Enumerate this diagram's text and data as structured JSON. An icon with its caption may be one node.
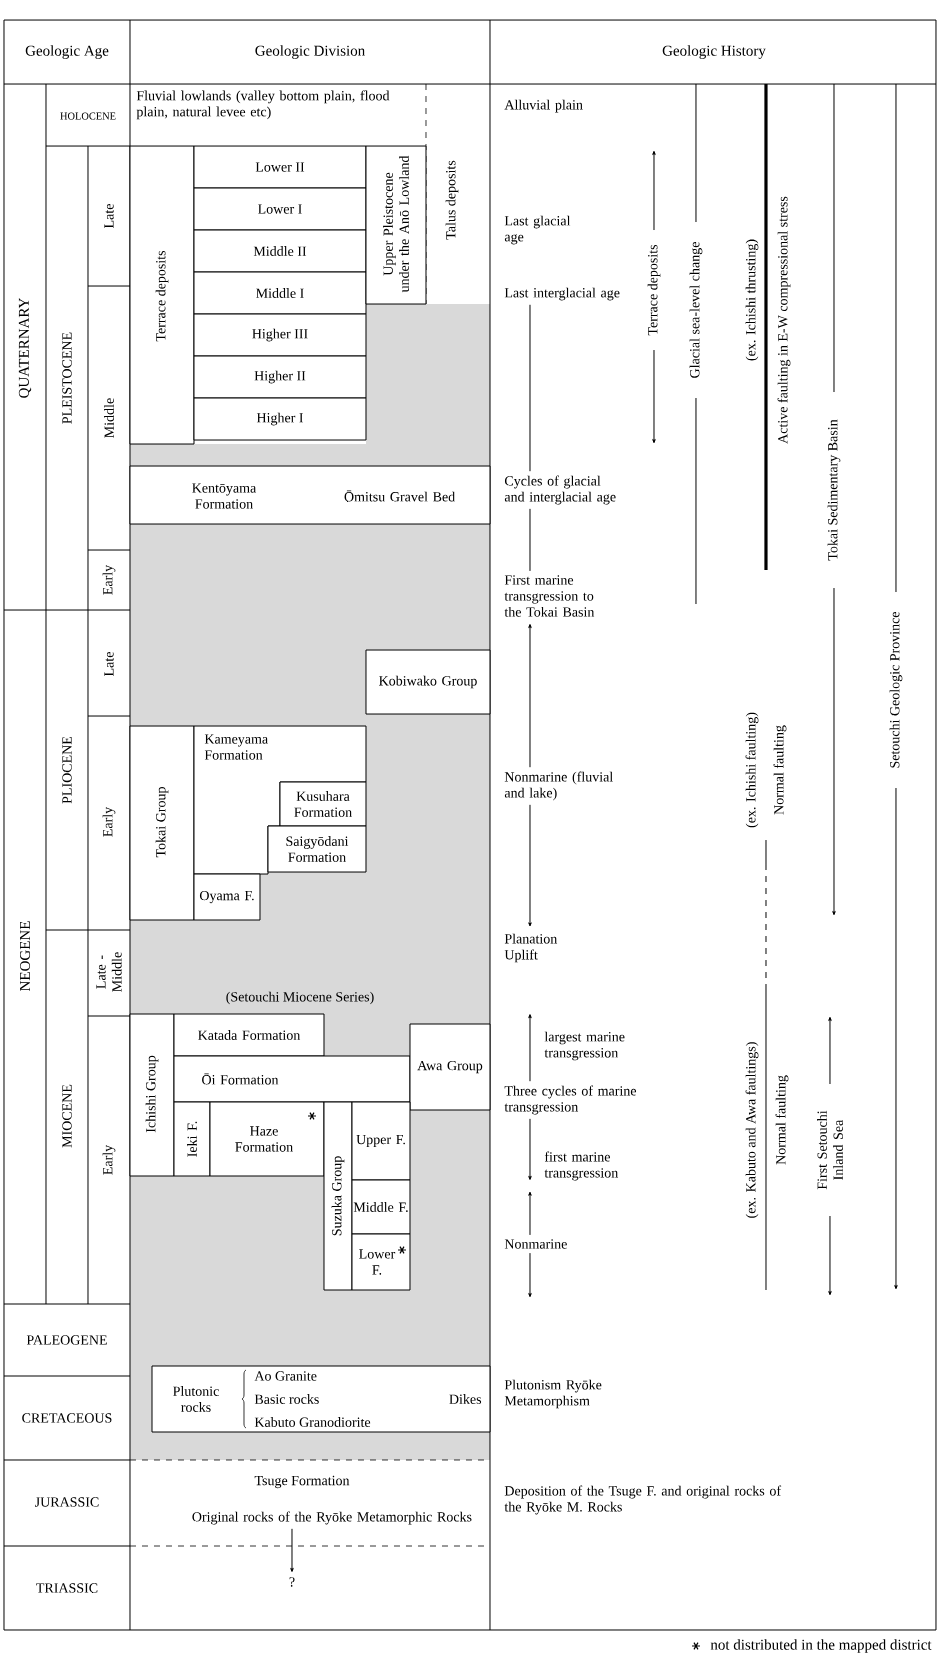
{
  "diagram": {
    "caption": "not distributed in the mapped district",
    "nodes": [
      {
        "text": [
          "Fluvial lowlands (valley bottom plain, flood plain, natural levee etc)"
        ]
      },
      {
        "text": [
          "Terrace deposits"
        ]
      },
      {
        "text": [
          "Lower II"
        ]
      },
      {
        "text": [
          "Lower I"
        ]
      },
      {
        "text": [
          "Middle II"
        ]
      },
      {
        "text": [
          "Middle I"
        ]
      },
      {
        "text": [
          "Higher III"
        ]
      },
      {
        "text": [
          "Higher II"
        ]
      },
      {
        "text": [
          "Higher I"
        ]
      },
      {
        "text": [
          "Upper Pleistocene under the Anō Lowland"
        ]
      },
      {
        "text": [
          "Talus deposits"
        ]
      },
      {
        "text": [
          "Kentōyama Formation",
          "Ōmitsu Gravel Bed"
        ]
      },
      {
        "text": [
          "Kobiwako Group"
        ]
      },
      {
        "text": [
          "Tokai Group"
        ]
      },
      {
        "text": [
          "Kameyama Formation"
        ]
      },
      {
        "text": [
          "Kusuhara Formation"
        ]
      },
      {
        "text": [
          "Saigyōdani Formation"
        ]
      },
      {
        "text": [
          "Oyama F."
        ]
      },
      {
        "text": [
          "Ichishi Group"
        ]
      },
      {
        "text": [
          "Katada Formation"
        ]
      },
      {
        "text": [
          "Ōi Formation"
        ]
      },
      {
        "text": [
          "Ieki F."
        ]
      },
      {
        "text": [
          "Haze Formation"
        ]
      },
      {
        "text": [
          "Awa Group"
        ]
      },
      {
        "text": [
          "Suzuka Group"
        ]
      },
      {
        "text": [
          "Upper F."
        ]
      },
      {
        "text": [
          "Middle F."
        ]
      },
      {
        "text": [
          "Lower F."
        ]
      },
      {
        "text": [
          "Plutonic rocks",
          "Ao Granite",
          "Basic rocks",
          "Kabuto Granodiorite",
          "Dikes"
        ]
      },
      {
        "text": [
          "Tsuge Formation",
          "Original rocks of the Ryōke Metamorphic Rocks"
        ]
      },
      {
        "text": [
          "?"
        ]
      },
      {
        "text": [
          "Alluvial plain"
        ]
      },
      {
        "text": [
          "Last glacial age"
        ]
      },
      {
        "text": [
          "Last interglacial age"
        ]
      },
      {
        "text": [
          "Cycles of glacial and interglacial age"
        ]
      },
      {
        "text": [
          "First marine transgression to the Tokai Basin"
        ]
      },
      {
        "text": [
          "Nonmarine (fluvial and lake)"
        ]
      },
      {
        "text": [
          "Planation Uplift"
        ]
      },
      {
        "text": [
          "largest marine transgression"
        ]
      },
      {
        "text": [
          "Three cycles of marine transgression"
        ]
      },
      {
        "text": [
          "first marine transgression"
        ]
      },
      {
        "text": [
          "Nonmarine"
        ]
      },
      {
        "text": [
          "Plutonism Ryōke Metamorphism"
        ]
      },
      {
        "text": [
          "Deposition of the Tsuge F. and original rocks of the Ryōke M. Rocks"
        ]
      }
    ],
    "edges": [
      {
        "from": 33,
        "to": 34,
        "arrow": "none"
      },
      {
        "from": 34,
        "to": 35,
        "arrow": "none"
      },
      {
        "from": 36,
        "to": 35,
        "arrow": "to"
      },
      {
        "from": 36,
        "to": 37,
        "arrow": "to"
      },
      {
        "from": 39,
        "to": 38,
        "arrow": "to"
      },
      {
        "from": 39,
        "to": 40,
        "arrow": "to"
      },
      {
        "from": 41,
        "to": 40,
        "arrow": "to"
      },
      {
        "from": 41,
        "to": null,
        "arrow": "to"
      },
      {
        "from": 29,
        "to": 30,
        "arrow": "to"
      }
    ],
    "labels": [
      "Geologic Age",
      "Geologic Division",
      "Geologic History",
      "QUATERNARY",
      "HOLOCENE",
      "PLEISTOCENE",
      "Late",
      "Middle",
      "Early",
      "NEOGENE",
      "PLIOCENE",
      "Late",
      "Early",
      "MIOCENE",
      "Late - Middle",
      "Early",
      "PALEOGENE",
      "CRETACEOUS",
      "JURASSIC",
      "TRIASSIC",
      "(Setouchi Miocene Series)",
      "Terrace deposits",
      "Glacial sea-level change",
      "(ex. Ichishi thrusting)",
      "Active faulting in E-W compressional stress",
      "Tokai Sedimentary Basin",
      "Setouchi Geologic Province",
      "(ex. Ichishi faulting)",
      "Normal faulting",
      "(ex. Kabuto and Awa faultings)",
      "Normal faulting",
      "First Setouchi Inland Sea"
    ]
  }
}
